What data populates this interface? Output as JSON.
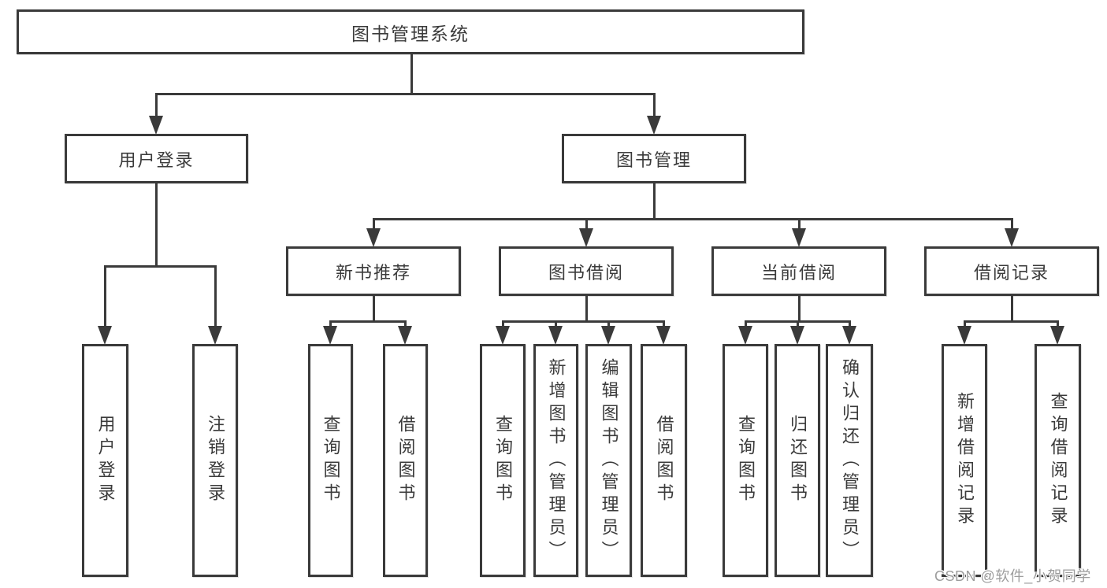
{
  "diagram": {
    "title_node": {
      "label": "图书管理系统"
    },
    "level2": [
      {
        "label": "用户登录"
      },
      {
        "label": "图书管理"
      }
    ],
    "level3": [
      {
        "label": "新书推荐",
        "parent": "图书管理"
      },
      {
        "label": "图书借阅",
        "parent": "图书管理"
      },
      {
        "label": "当前借阅",
        "parent": "图书管理"
      },
      {
        "label": "借阅记录",
        "parent": "图书管理"
      }
    ],
    "leaves": [
      {
        "label": "用户登录",
        "parent": "用户登录"
      },
      {
        "label": "注销登录",
        "parent": "用户登录"
      },
      {
        "label": "查询图书",
        "parent": "新书推荐"
      },
      {
        "label": "借阅图书",
        "parent": "新书推荐"
      },
      {
        "label": "查询图书",
        "parent": "图书借阅"
      },
      {
        "label": "新增图书（管理员）",
        "parent": "图书借阅"
      },
      {
        "label": "编辑图书（管理员）",
        "parent": "图书借阅"
      },
      {
        "label": "借阅图书",
        "parent": "图书借阅"
      },
      {
        "label": "查询图书",
        "parent": "当前借阅"
      },
      {
        "label": "归还图书",
        "parent": "当前借阅"
      },
      {
        "label": "确认归还（管理员）",
        "parent": "当前借阅"
      },
      {
        "label": "新增借阅记录",
        "parent": "借阅记录"
      },
      {
        "label": "查询借阅记录",
        "parent": "借阅记录"
      }
    ]
  },
  "watermark": {
    "text": "CSDN @软件_小贺同学"
  },
  "colors": {
    "line": "#3a3a3a",
    "text": "#3b3b3b",
    "watermark": "#9d9d9d",
    "background": "#ffffff"
  }
}
